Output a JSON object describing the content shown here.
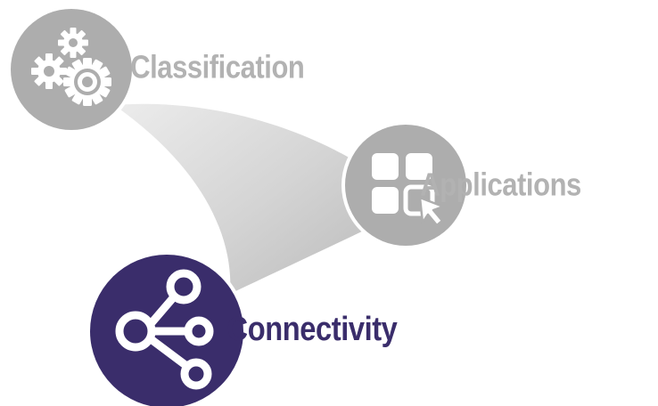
{
  "nodes": [
    {
      "id": "classification",
      "label": "Classification",
      "icon": "gears-icon",
      "color": "#adadad",
      "text_color": "#b2b2b2"
    },
    {
      "id": "applications",
      "label": "Applications",
      "icon": "app-grid-cursor-icon",
      "color": "#adadad",
      "text_color": "#b2b2b2"
    },
    {
      "id": "connectivity",
      "label": "Connectivity",
      "icon": "share-network-icon",
      "color": "#3a2d6b",
      "text_color": "#3a2d6b"
    }
  ],
  "colors": {
    "flow_dark": "#b9b9b9",
    "flow_light": "#ececec",
    "icon_fill": "#ffffff"
  }
}
